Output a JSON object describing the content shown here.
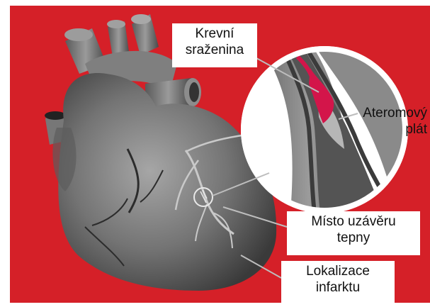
{
  "colors": {
    "background": "#d52028",
    "frame": "#ffffff",
    "heart_light": "#8c8c8c",
    "heart_dark": "#3d3d3d",
    "clot": "#d3154a",
    "leader_line": "#bfbfbf"
  },
  "labels": {
    "blood_clot": [
      "Krevní",
      "sraženina"
    ],
    "atheroma_plaque": [
      "Ateromový",
      "plát"
    ],
    "occlusion_site": [
      "Místo uzávěru",
      "tepny"
    ],
    "infarct_location": [
      "Lokalizace",
      "infarktu"
    ]
  },
  "icons": [
    "heart-illustration",
    "artery-magnifier"
  ]
}
